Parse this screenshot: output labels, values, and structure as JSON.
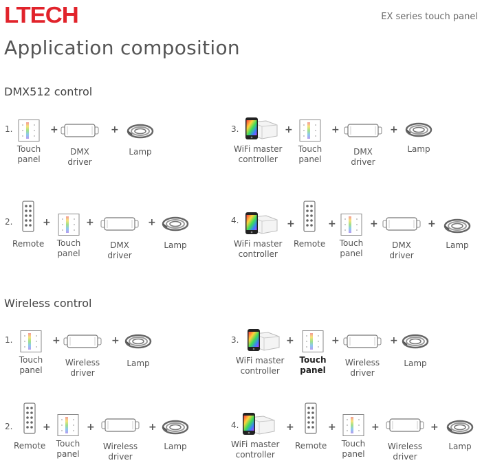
{
  "header": {
    "logo": "LTECH",
    "series": "EX series touch panel"
  },
  "title": "Application composition",
  "sections": [
    {
      "title": "DMX512 control"
    },
    {
      "title": "Wireless control"
    }
  ],
  "labels": {
    "touch1": "Touch",
    "touch2": "panel",
    "remote": "Remote",
    "dmx1": "DMX",
    "dmx2": "driver",
    "wl1": "Wireless",
    "wl2": "driver",
    "lamp": "Lamp",
    "wifi1": "WiFi master",
    "wifi2": "controller"
  },
  "plus": "+",
  "numbers": [
    "1.",
    "2.",
    "3.",
    "4."
  ]
}
